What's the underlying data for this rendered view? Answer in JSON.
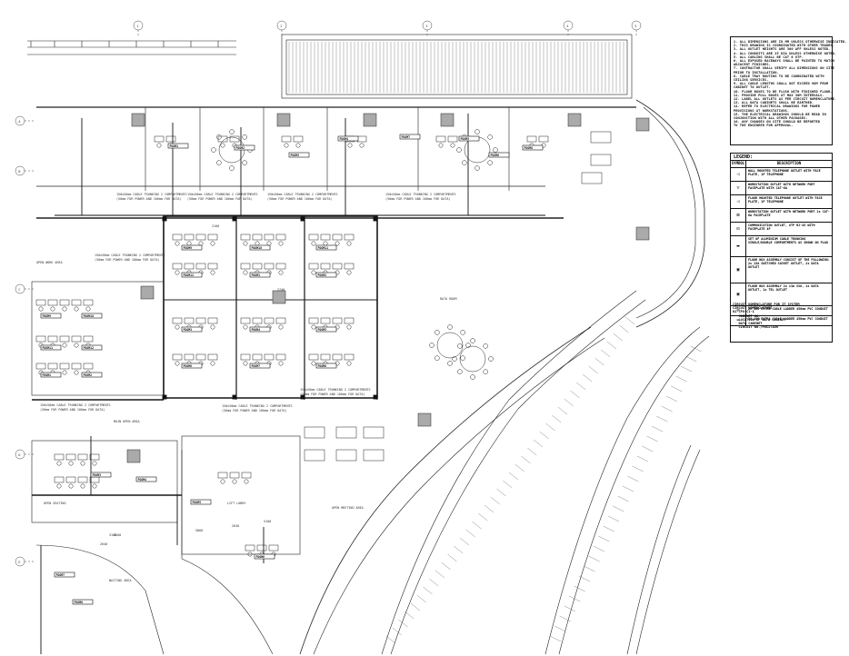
{
  "notes": {
    "lines": [
      "1. ALL DIMENSIONS ARE IN MM UNLESS OTHERWISE INDICATED.",
      "2. THIS DRAWING IS COORDINATED WITH OTHER TRADES.",
      "3. ALL OUTLET HEIGHTS ARE 300 AFF UNLESS NOTED.",
      "4. ALL CONDUITS ARE 25 DIA UNLESS OTHERWISE NOTED.",
      "5. ALL CABLING SHALL BE CAT 6 UTP.",
      "6. ALL EXPOSED RACEWAYS SHALL BE PAINTED TO MATCH",
      "   ADJACENT FINISHES.",
      "7. CONTRACTOR SHALL VERIFY ALL DIMENSIONS ON SITE",
      "   PRIOR TO INSTALLATION.",
      "8. CABLE TRAY ROUTING TO BE COORDINATED WITH",
      "   CEILING SERVICES.",
      "9. ALL CABLE LENGTHS SHALL NOT EXCEED 90M FROM",
      "   CABINET TO OUTLET.",
      "10. FLOOR BOXES TO BE FLUSH WITH FINISHED FLOOR.",
      "11. PROVIDE PULL BOXES AT MAX 30M INTERVALS.",
      "12. LABEL ALL OUTLETS AS PER CIRCUIT NOMENCLATURE.",
      "13. ALL DATA CABINETS SHALL BE EARTHED.",
      "14. REFER TO ELECTRICAL DRAWINGS FOR POWER",
      "    PROVISIONS AT WORKSTATIONS.",
      "15. THE ELECTRICAL DRAWINGS SHOULD BE READ IN",
      "    CONJUNCTION WITH ALL OTHER PACKAGES.",
      "16. ANY CHANGES ON SITE SHOULD BE REPORTED",
      "    TO THE ENGINEER FOR APPROVAL."
    ]
  },
  "legend": {
    "title": "LEGEND:",
    "col_symbol": "SYMBOL",
    "col_description": "DESCRIPTION",
    "rows": [
      {
        "symbol": "◁",
        "description": "WALL MOUNTED TELEPHONE OUTLET WITH FACE PLATE, 1P TELEPHONE"
      },
      {
        "symbol": "▽",
        "description": "WORKSTATION OUTLET WITH NETWORK PORT FACEPLATE WITH CAT-6A"
      },
      {
        "symbol": "◁",
        "description": "FLOOR MOUNTED TELEPHONE OUTLET WITH FACE PLATE, 1P TELEPHONE"
      },
      {
        "symbol": "⊠",
        "description": "WORKSTATION OUTLET WITH NETWORK PORT 2x CAT-6A FACEPLATE"
      },
      {
        "symbol": "⊡",
        "description": "COMMUNICATION OUTLET, UTP RJ-45 WITH FACEPLATE 4P"
      },
      {
        "symbol": "▬",
        "description": "SET OF ALUMINIUM CABLE TRUNKING SINGLE/DOUBLE COMPARTMENTS AS SHOWN ON PLAN"
      },
      {
        "symbol": "▣",
        "description": "FLOOR BOX ASSEMBLY CONSIST OF THE FOLLOWING: 2x 13A SWITCHED SOCKET OUTLET, 2x DATA OUTLET"
      },
      {
        "symbol": "▣",
        "description": "FLOOR BOX ASSEMBLY 2x 13A SSO, 1x DATA OUTLET, 1x TEL OUTLET"
      },
      {
        "symbol": "═",
        "description": "2X 100 EXTRA CABLE LADDER 450mm PVC CONDUIT"
      },
      {
        "symbol": "═",
        "description": "2X 100 EXTRA CABLE LADDER 450mm PVC CONDUIT"
      }
    ],
    "circuit_title": "CIRCUIT NOMENCLATURE FOR IT SYSTEM",
    "circuit_lines": [
      "CIRCUIT NOMENCLATURE",
      "01-CPU-C1-1",
      "   CABINET NO.",
      "   LOCATION OF DATA CABINET",
      "   DATA CABINET",
      "   CIRCUIT NO./POSITION"
    ]
  },
  "plan": {
    "grid_labels": [
      "A",
      "B",
      "C",
      "D",
      "E",
      "1",
      "2",
      "3",
      "4",
      "5"
    ],
    "tags": [
      "FOOM1",
      "FOOM2",
      "FOOM3",
      "FOOM4",
      "FOOM5",
      "FOOM6",
      "FOOM7",
      "FOOM8",
      "FOOM9",
      "FOOM10",
      "FOOM11",
      "FOOM12"
    ],
    "trunking_label": "150x50mm CABLE TRUNKING 2 COMPARTMENTS",
    "trunking_sub": "(50mm FOR POWER AND 100mm FOR DATA)",
    "dims": [
      "2100",
      "2740",
      "3100",
      "2640",
      "2640",
      "5100",
      "5860",
      "3100"
    ],
    "room_labels": [
      "OPEN WORK AREA",
      "DATA ROOM",
      "MAIN OPEN AREA",
      "OPEN SEATING",
      "LIFT LOBBY",
      "OPEN MEETING AREA",
      "WAITING AREA"
    ]
  }
}
